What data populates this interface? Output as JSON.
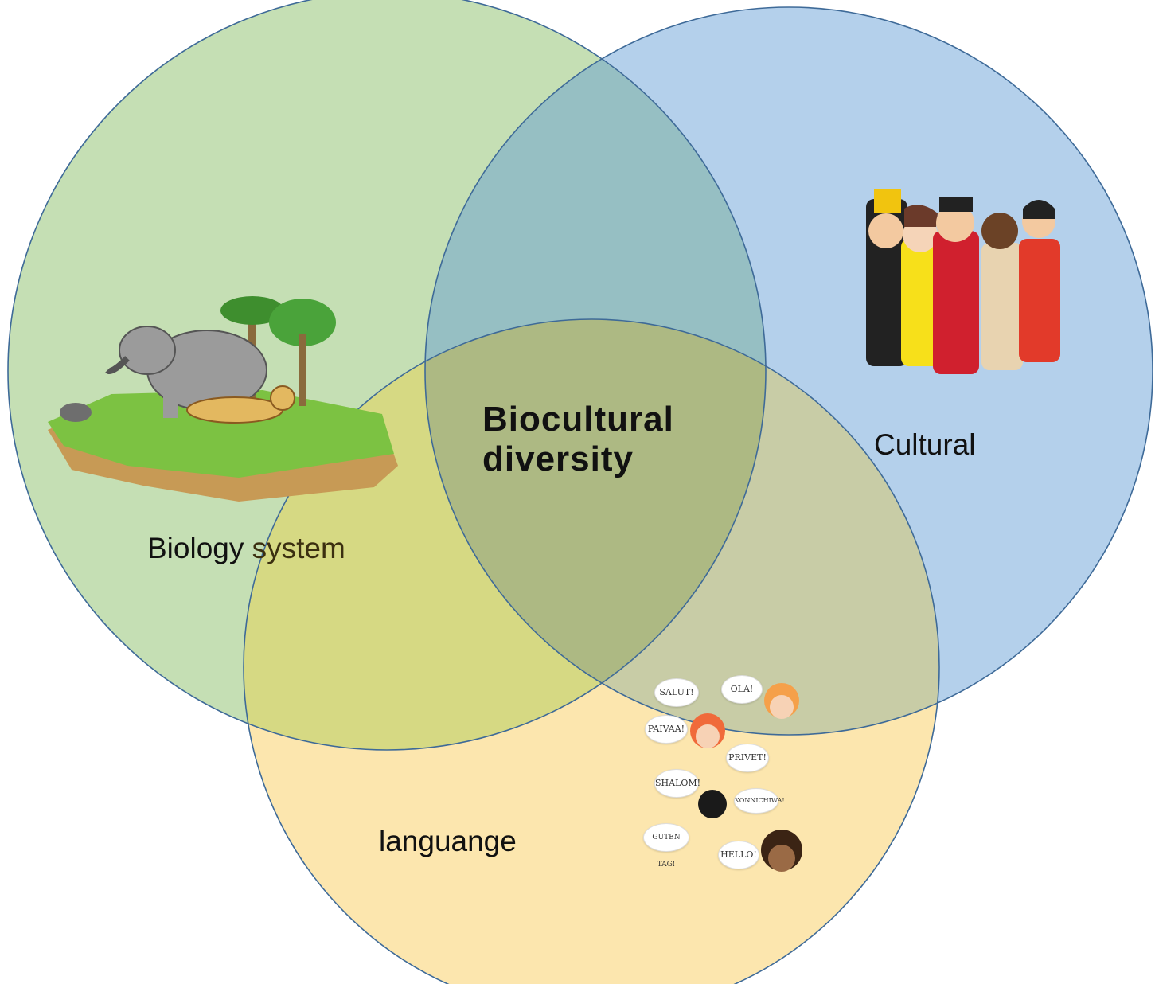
{
  "center_label": {
    "line1": "Biocultural",
    "line2": "diversity"
  },
  "circles": [
    {
      "label_parts": [
        "Biology",
        "system"
      ],
      "fill": "#C5DFB4",
      "stroke": "#3E6A98"
    },
    {
      "label": "Cultural",
      "fill": "#B4D0EB",
      "stroke": "#3E6A98"
    },
    {
      "label": "languange",
      "fill": "#FCE6AE",
      "stroke": "#3E6A98"
    }
  ],
  "greetings": [
    "SALUT!",
    "OLA!",
    "PAIVAA!",
    "PRIVET!",
    "SHALOM!",
    "KONNICHIWA!",
    "GUTEN TAG!",
    "HELLO!"
  ],
  "colors": {
    "green": "#C5DFB4",
    "blue": "#B4D0EB",
    "yellow": "#FCE6AE",
    "stroke": "#3E6A98",
    "green_blue": "#96BFC3",
    "green_yellow": "#D6D983",
    "blue_yellow": "#C8CCA6",
    "all_three": "#ADB983"
  },
  "icons": [
    "nature-island-illustration",
    "cultural-people-illustration",
    "language-kids-illustration"
  ]
}
